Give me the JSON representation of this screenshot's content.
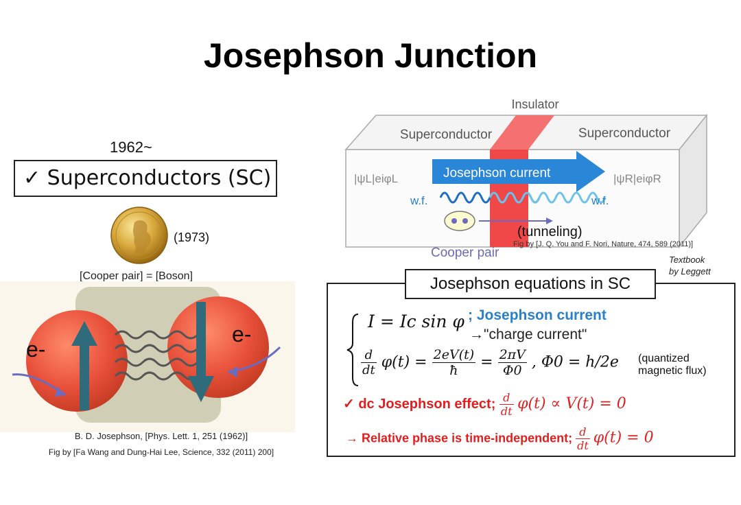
{
  "title": "Josephson Junction",
  "left": {
    "year": "1962~",
    "sc_box": "✓ Superconductors (SC)",
    "medal_year": "(1973)",
    "cooper_boson": "[Cooper pair] = [Boson]",
    "electron_label": "e-",
    "ref_josephson": "B. D. Josephson, [Phys. Lett. 1, 251 (1962)]",
    "ref_figby": "Fig by [Fa Wang and Dung-Hai Lee,  Science, 332 (2011) 200]"
  },
  "junction": {
    "insulator": "Insulator",
    "sc_left": "Superconductor",
    "sc_right": "Superconductor",
    "psi_left": "|ψL|eiφL",
    "psi_right": "|ψR|eiφR",
    "current": "Josephson current",
    "wf_left": "w.f.",
    "wf_right": "w.f.",
    "tunneling": "(tunneling)",
    "cooper_pair": "Cooper pair",
    "fig_ref": "Fig by [J. Q. You and F. Nori, Nature, 474, 589 (2011)]",
    "textbook_1": "Textbook",
    "textbook_2": "by Leggett"
  },
  "equations": {
    "title": "Josephson equations in SC",
    "eq1": "I = Ic sin φ",
    "eq1_label": "; Josephson current",
    "eq1_sub": "→\"charge current\"",
    "eq2_d": "d",
    "eq2_dt": "dt",
    "eq2_phi": "φ(t) =",
    "eq2_num1": "2eV(t)",
    "eq2_den1": "ħ",
    "eq2_eq": "=",
    "eq2_num2": "2πV",
    "eq2_den2": "Φ0",
    "eq2_flux": ", Φ0 = h/2e",
    "flux_note_1": "(quantized",
    "flux_note_2": "magnetic flux)",
    "dc_label": "✓ dc Josephson effect;",
    "dc_math": "φ(t) ∝ V(t) = 0",
    "rel_label": "→ Relative phase is time-independent;",
    "rel_math": "φ(t) = 0"
  },
  "colors": {
    "electron": "#e8503a",
    "spin_arrow": "#2f6b7a",
    "insulator": "#f04848",
    "current_arrow": "#2a86d6",
    "highlight_blue": "#2a7fc9",
    "highlight_red": "#e02020",
    "cooper_label": "#6a6ab8"
  }
}
